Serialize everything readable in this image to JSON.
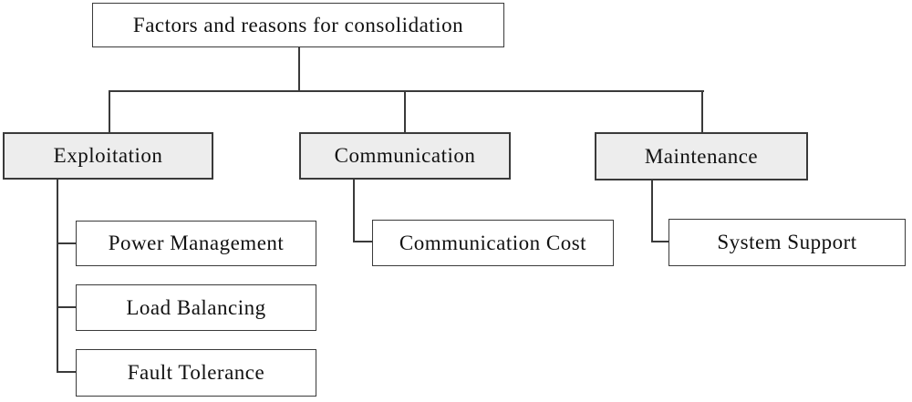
{
  "diagram": {
    "type": "tree",
    "root": {
      "label": "Factors and reasons for consolidation"
    },
    "branches": [
      {
        "label": "Exploitation",
        "children": [
          {
            "label": "Power Management"
          },
          {
            "label": "Load Balancing"
          },
          {
            "label": "Fault Tolerance"
          }
        ]
      },
      {
        "label": "Communication",
        "children": [
          {
            "label": "Communication Cost"
          }
        ]
      },
      {
        "label": "Maintenance",
        "children": [
          {
            "label": "System Support"
          }
        ]
      }
    ],
    "colors": {
      "background": "#ffffff",
      "branch_fill": "#ededed",
      "leaf_fill": "#ffffff",
      "border": "#3a3a3a",
      "line": "#3a3a3a",
      "text": "#111111"
    }
  }
}
